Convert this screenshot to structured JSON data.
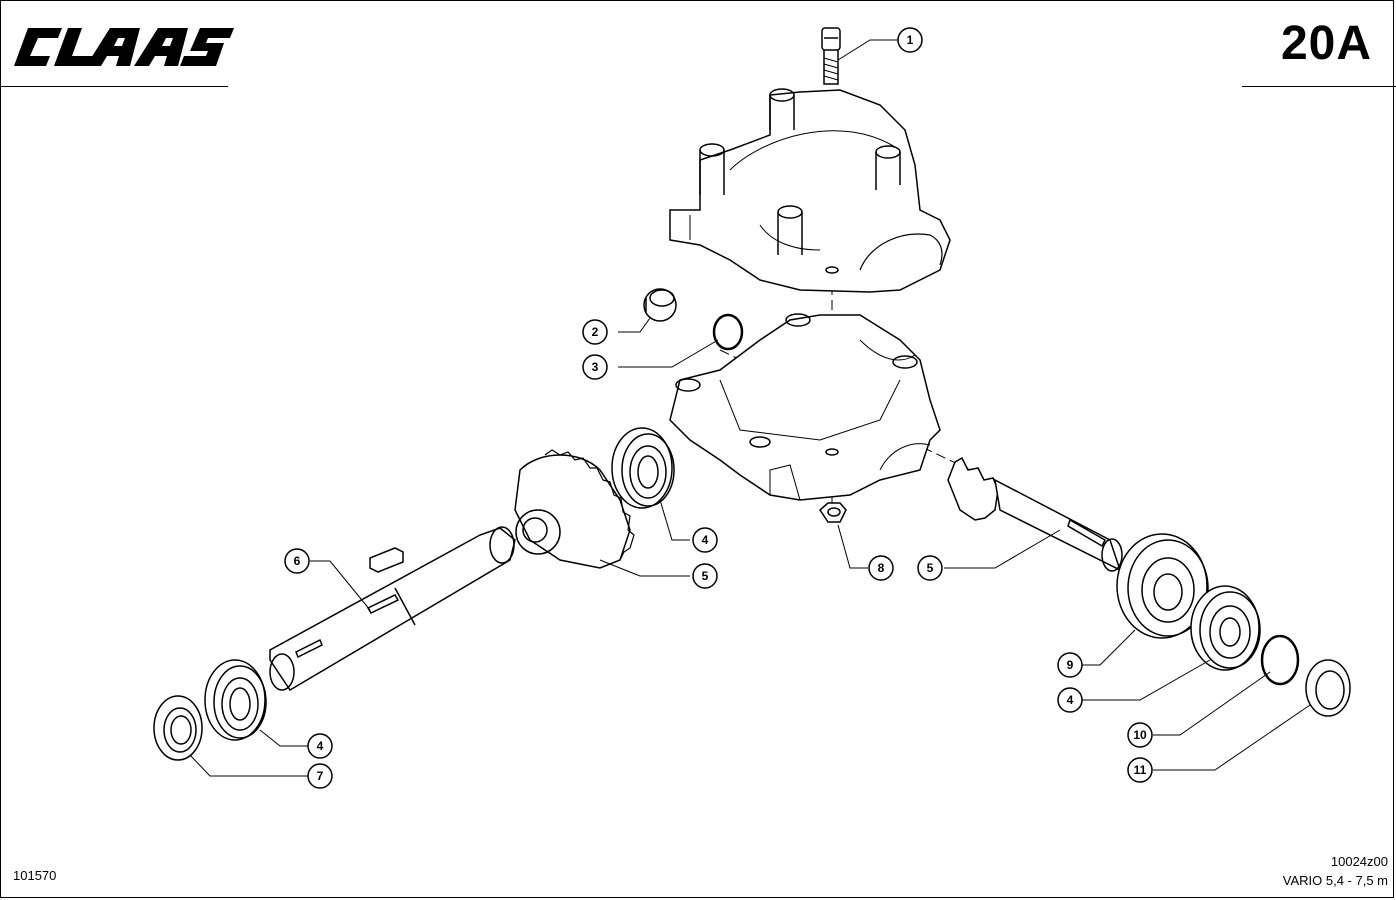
{
  "header": {
    "logo_text": "CLAAS",
    "page_code": "20A"
  },
  "footer": {
    "doc_number": "101570",
    "drawing_ref": "10024z00",
    "model_ref": "VARIO 5,4 - 7,5 m"
  },
  "callouts": [
    {
      "id": "callout-1",
      "label": "1"
    },
    {
      "id": "callout-2",
      "label": "2"
    },
    {
      "id": "callout-3",
      "label": "3"
    },
    {
      "id": "callout-4a",
      "label": "4"
    },
    {
      "id": "callout-5a",
      "label": "5"
    },
    {
      "id": "callout-6",
      "label": "6"
    },
    {
      "id": "callout-4b",
      "label": "4"
    },
    {
      "id": "callout-7",
      "label": "7"
    },
    {
      "id": "callout-8",
      "label": "8"
    },
    {
      "id": "callout-5b",
      "label": "5"
    },
    {
      "id": "callout-9",
      "label": "9"
    },
    {
      "id": "callout-4c",
      "label": "4"
    },
    {
      "id": "callout-10",
      "label": "10"
    },
    {
      "id": "callout-11",
      "label": "11"
    }
  ]
}
